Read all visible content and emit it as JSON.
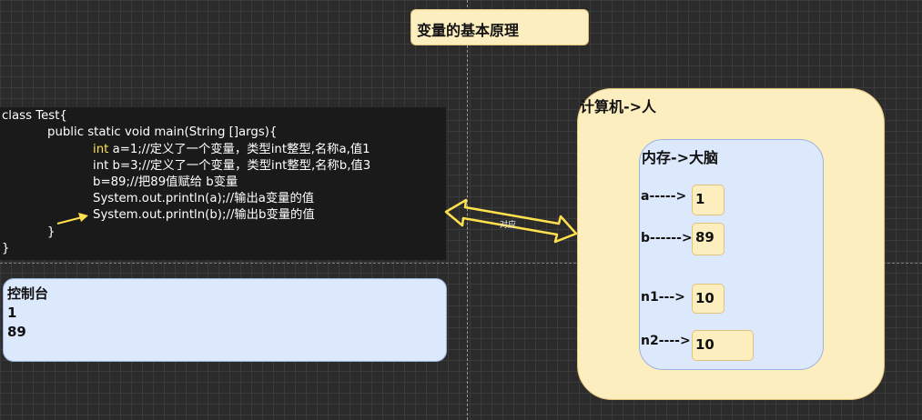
{
  "title": "变量的基本原理",
  "code": {
    "lines": [
      "class Test{",
      "public static void main(String []args){",
      "int",
      " a=1;//定义了一个变量，类型int整型,名称a,值1",
      "int b=3;//定义了一个变量，类型int整型,名称b,值3",
      "b=89;//把89值赋给 b变量",
      "System.out.println(a);//输出a变量的值",
      "System.out.println(b);//输出b变量的值",
      "}",
      "}"
    ]
  },
  "console": {
    "title": "控制台",
    "lines": [
      "1",
      "89"
    ]
  },
  "arrow_label": "对应",
  "computer": {
    "title": "计算机->人",
    "memory": {
      "title": "内存->大脑",
      "vars": [
        {
          "label": "a----->",
          "value": "1"
        },
        {
          "label": "b------>",
          "value": "89"
        },
        {
          "label": "n1--->",
          "value": "10"
        },
        {
          "label": "n2---->",
          "value": "10"
        }
      ]
    }
  },
  "colors": {
    "background": "#2b2b2b",
    "yellow_box": "#fdeec0",
    "blue_box": "#dce8fb",
    "keyword": "#ffe14d"
  }
}
